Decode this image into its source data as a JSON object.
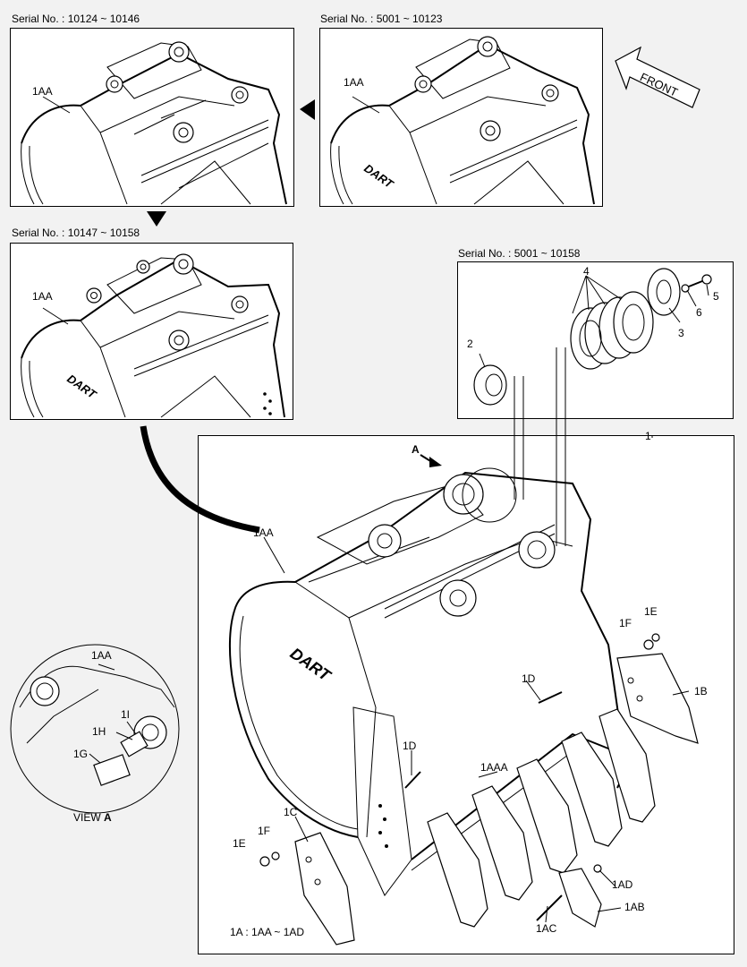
{
  "serial_labels": {
    "top_left": "Serial No. : 10124 ~ 10146",
    "top_right": "Serial No. : 5001 ~ 10123",
    "middle_left": "Serial No. : 10147 ~ 10158",
    "middle_right": "Serial No. : 5001 ~ 10158"
  },
  "front_label": "FRONT",
  "view_label": {
    "prefix": "VIEW",
    "letter": "A"
  },
  "arrow_a_label": "A",
  "assembly_note": "1A : 1AA ~ 1AD",
  "callouts": {
    "p1": "1",
    "p2": "2",
    "p3": "3",
    "p4": "4",
    "p5": "5",
    "p6": "6",
    "aa_tl": "1AA",
    "aa_tr": "1AA",
    "aa_ml": "1AA",
    "aa_main": "1AA",
    "aa_view": "1AA",
    "b": "1B",
    "c": "1C",
    "d_right": "1D",
    "d_left": "1D",
    "e_right": "1E",
    "f_right": "1F",
    "e_left": "1E",
    "f_left": "1F",
    "g": "1G",
    "h": "1H",
    "i": "1I",
    "aaa": "1AAA",
    "ab": "1AB",
    "ac": "1AC",
    "ad": "1AD"
  },
  "brand_mark": "DART"
}
